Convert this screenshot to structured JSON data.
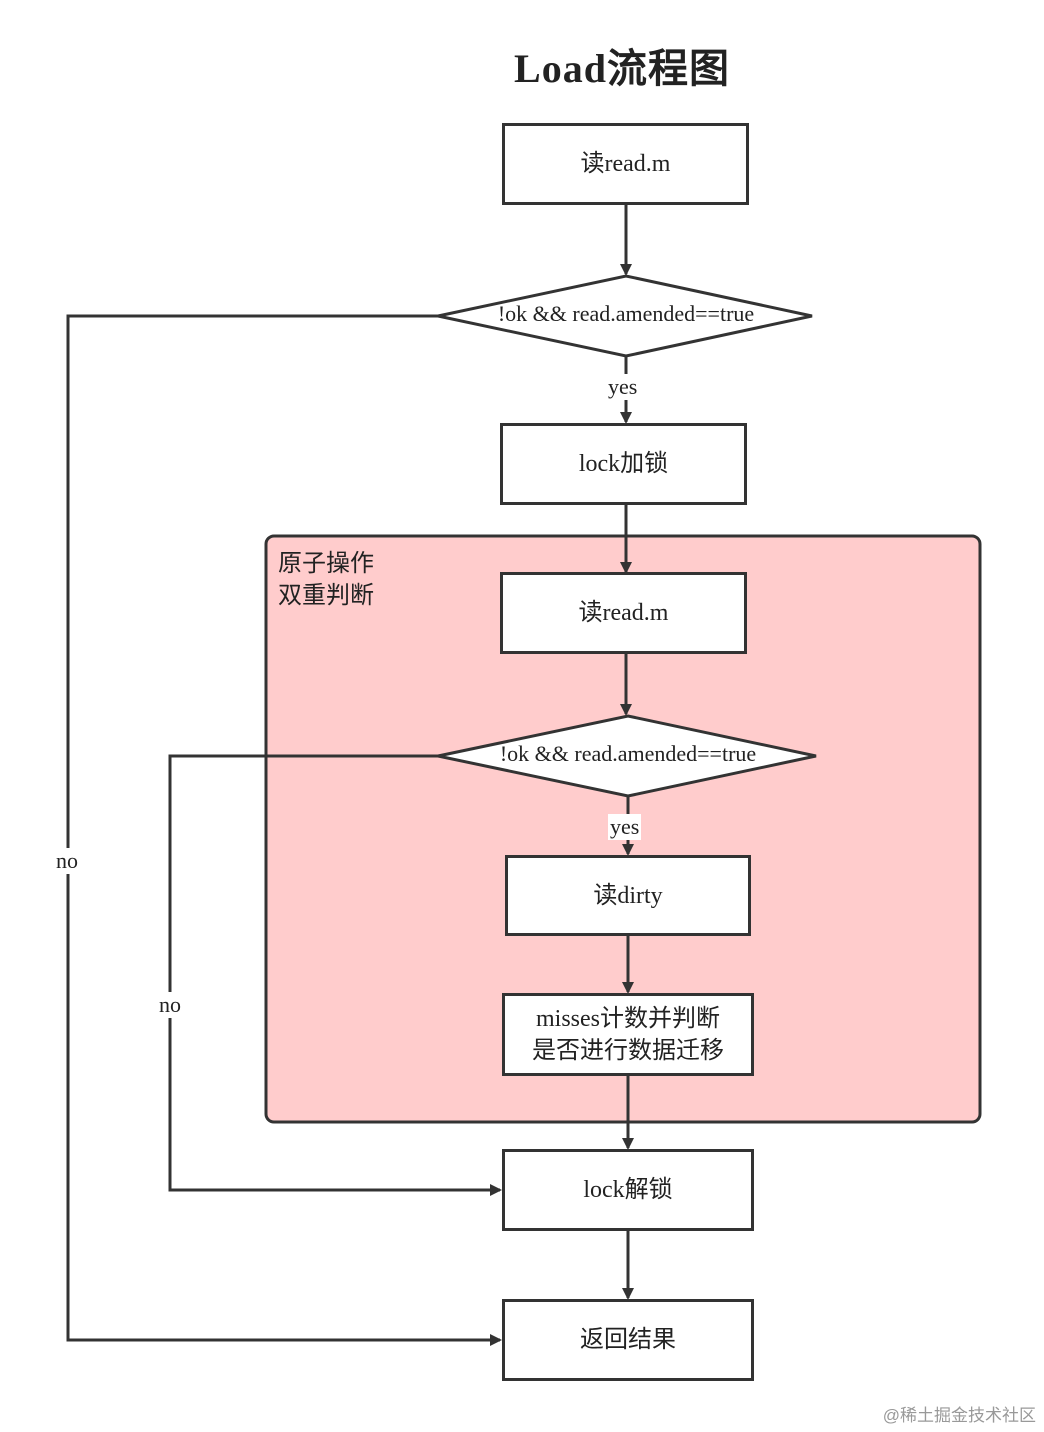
{
  "title": "Load流程图",
  "group": {
    "label_line1": "原子操作",
    "label_line2": "双重判断"
  },
  "nodes": {
    "read_m_1": "读read.m",
    "cond_1": "!ok && read.amended==true",
    "lock": "lock加锁",
    "read_m_2": "读read.m",
    "cond_2": "!ok && read.amended==true",
    "read_dirty": "读dirty",
    "misses_line1": "misses计数并判断",
    "misses_line2": "是否进行数据迁移",
    "unlock": "lock解锁",
    "return": "返回结果"
  },
  "edges": {
    "yes_1": "yes",
    "yes_2": "yes",
    "no_1": "no",
    "no_2": "no"
  },
  "colors": {
    "group_fill": "#ffcccc",
    "stroke": "#333333"
  },
  "watermark": "@稀土掘金技术社区"
}
